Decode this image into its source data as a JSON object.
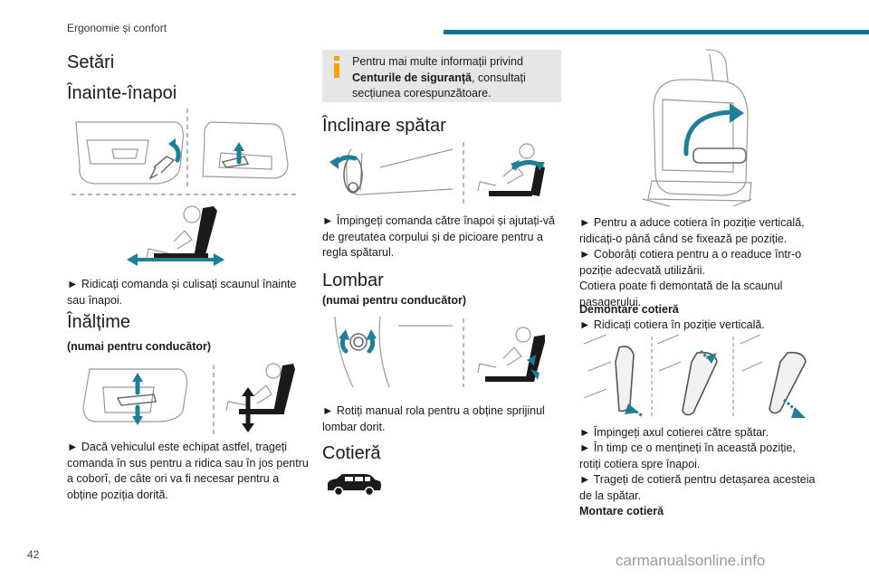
{
  "header": {
    "title": "Ergonomie și confort"
  },
  "page_number": "42",
  "watermark": "carmanualsonline.info",
  "col1": {
    "setari": "Setări",
    "inainte_title": "Înainte-înapoi",
    "inainte_text": "► Ridicați comanda și culisați scaunul înainte sau înapoi.",
    "inaltime_title": "Înălțime",
    "inaltime_sub": "(numai pentru conducător)",
    "inaltime_text": "► Dacă vehiculul este echipat astfel, trageți comanda în sus pentru a ridica sau în jos pentru a coborî, de câte ori va fi necesar pentru a obține poziția dorită."
  },
  "col2": {
    "info_pre": "Pentru mai multe informații privind",
    "info_bold": "Centurile de siguranță",
    "info_post": ", consultați secțiunea corespunzătoare.",
    "inclinare_title": "Înclinare spătar",
    "inclinare_text": "► Împingeți comanda către înapoi și ajutați-vă de greutatea corpului și de picioare pentru a regla spătarul.",
    "lombar_title": "Lombar",
    "lombar_sub": "(numai pentru conducător)",
    "lombar_text": "► Rotiți manual rola pentru a obține sprijinul lombar dorit.",
    "cotiera_title": "Cotieră"
  },
  "col3": {
    "p1": "► Pentru a aduce cotiera în poziție verticală, ridicați-o până când se fixează pe poziție.",
    "p2": "► Coborâți cotiera pentru a o readuce într-o poziție adecvată utilizării.",
    "p3": "Cotiera poate fi demontată de la scaunul pasagerului.",
    "demontare": "Demontare cotieră",
    "p4": "► Ridicați cotiera în poziție verticală.",
    "p5": "► Împingeți axul cotierei către spătar.",
    "p6": "► În timp ce o mențineți în această poziție, rotiți cotiera spre înapoi.",
    "p7": "► Trageți de cotieră pentru detașarea acesteia de la spătar.",
    "montare": "Montare cotieră"
  },
  "colors": {
    "accent": "#0e6e8c",
    "arrow": "#1f7f99",
    "info_bg": "#e6e6e6"
  }
}
